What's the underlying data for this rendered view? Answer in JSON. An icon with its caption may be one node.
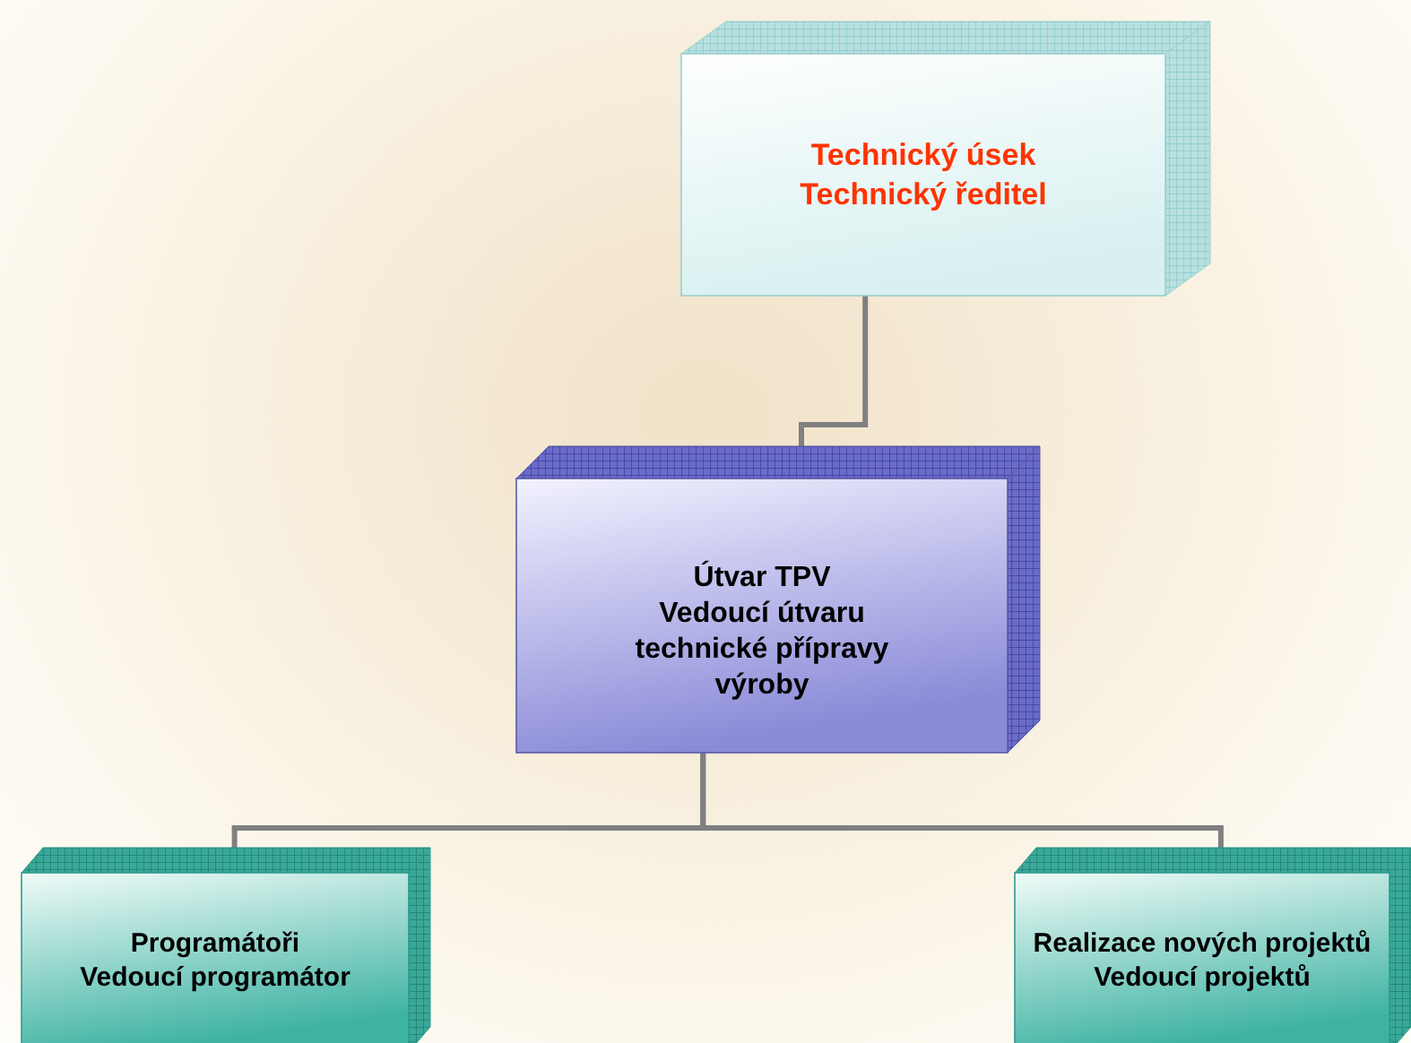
{
  "diagram": {
    "nodes": [
      {
        "text": [
          "Technický úsek",
          "Technický ředitel"
        ]
      },
      {
        "text": [
          "Útvar TPV",
          "Vedoucí útvaru technické přípravy výroby"
        ]
      },
      {
        "text": [
          "Programátoři",
          "Vedoucí programátor"
        ]
      },
      {
        "text": [
          "Realizace nových projektů",
          "Vedoucí projektů"
        ]
      }
    ],
    "edges": [
      {
        "from": 0,
        "to": 1,
        "arrow": "none"
      },
      {
        "from": 1,
        "to": 2,
        "arrow": "none"
      },
      {
        "from": 1,
        "to": 3,
        "arrow": "none"
      }
    ]
  }
}
